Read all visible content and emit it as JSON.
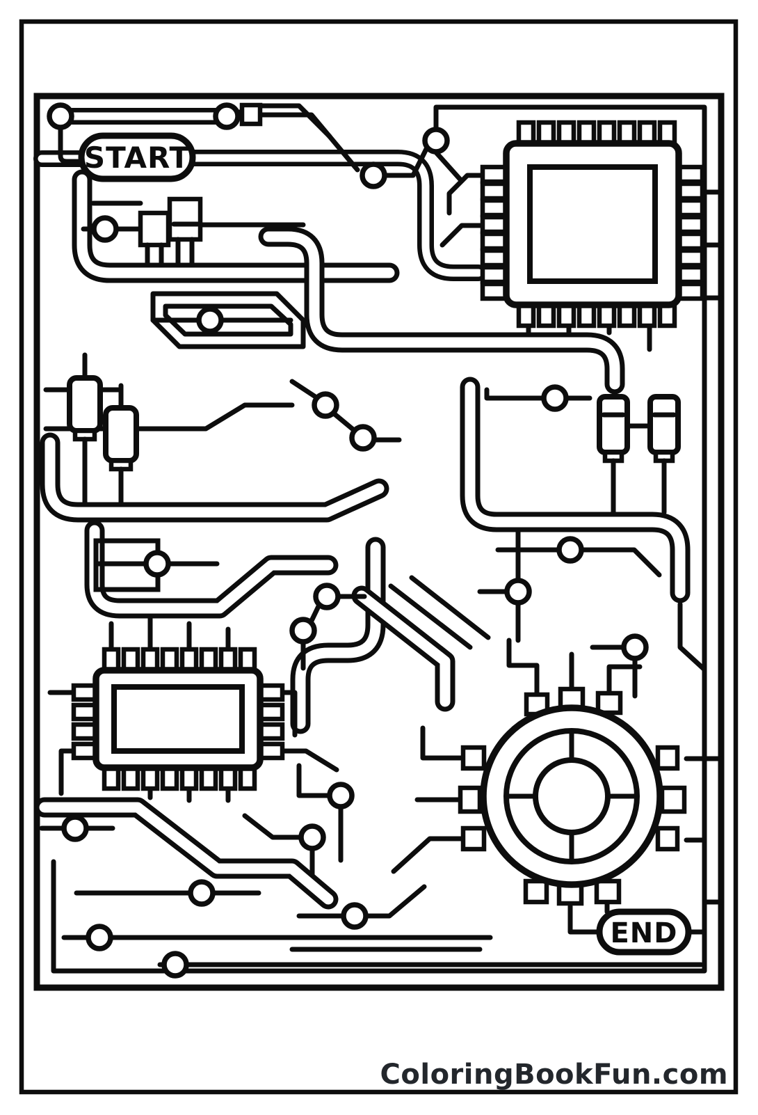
{
  "page": {
    "background_color": "#ffffff",
    "line_color": "#0d0d0d",
    "description": "Circuit board maze coloring page"
  },
  "maze": {
    "start_label": "START",
    "end_label": "END"
  },
  "footer": {
    "text": "ColoringBookFun.com",
    "color": "#23272c"
  }
}
